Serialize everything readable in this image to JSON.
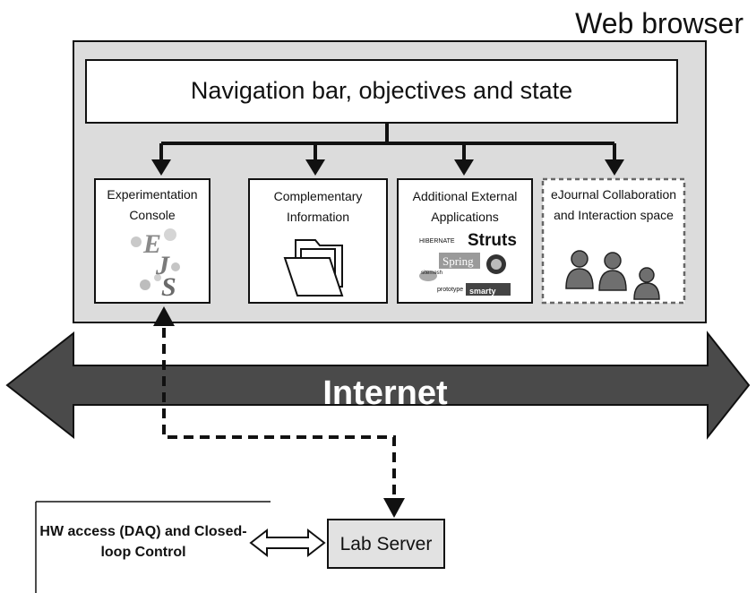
{
  "browser": {
    "title": "Web browser"
  },
  "navbar": {
    "label": "Navigation bar, objectives and state"
  },
  "panels": [
    {
      "title": "Experimentation Console",
      "icon": "ejs-logo-icon"
    },
    {
      "title": "Complementary Information",
      "icon": "folder-icon"
    },
    {
      "title": "Additional External Applications",
      "icon": "framework-logos-icon"
    },
    {
      "title": "eJournal Collaboration and Interaction space",
      "icon": "users-group-icon"
    }
  ],
  "logos": {
    "struts": "Struts",
    "spring": "Spring",
    "smarty": "smarty",
    "hibernate": "HIBERNATE",
    "prototype": "prototype",
    "sitemesh": "sitemesh"
  },
  "internet": {
    "label": "Internet"
  },
  "hardware": {
    "label": "HW access (DAQ) and Closed-loop Control"
  },
  "server": {
    "label": "Lab Server"
  },
  "colors": {
    "browser_fill": "#dcdcdc",
    "internet_arrow": "#4a4a4a",
    "ejs_logo": "#8a8a8a"
  }
}
